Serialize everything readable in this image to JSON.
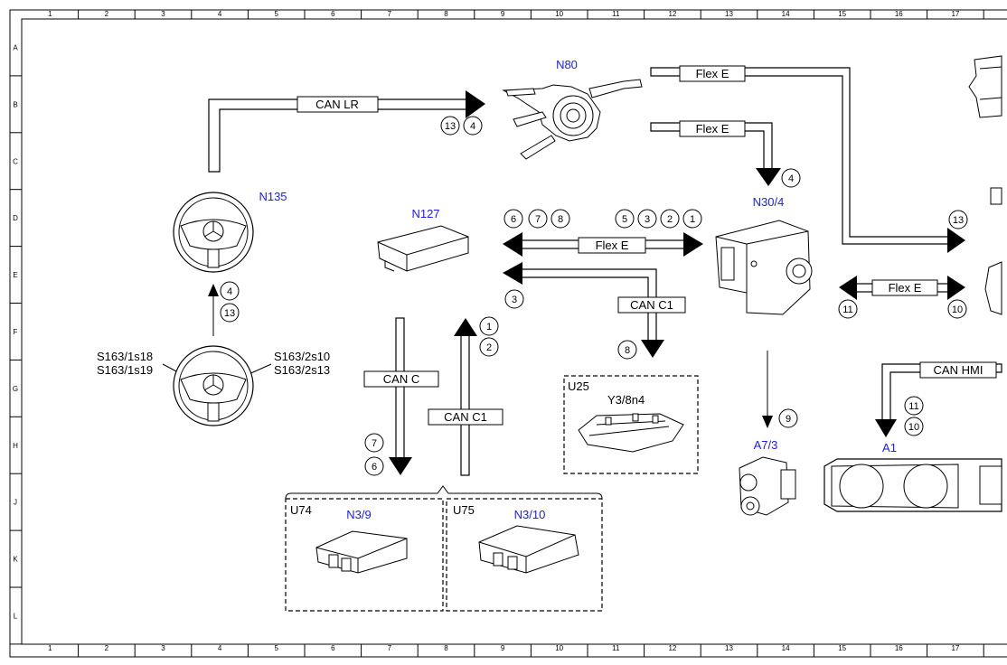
{
  "grid": {
    "columns": [
      "1",
      "2",
      "3",
      "4",
      "5",
      "6",
      "7",
      "8",
      "9",
      "10",
      "11",
      "12",
      "13",
      "14",
      "15",
      "16",
      "17"
    ],
    "rows": [
      "A",
      "B",
      "C",
      "D",
      "E",
      "F",
      "G",
      "H",
      "J",
      "K",
      "L"
    ]
  },
  "components": {
    "n80": "N80",
    "n135": "N135",
    "n127": "N127",
    "n30_4": "N30/4",
    "a7_3": "A7/3",
    "a1": "A1",
    "u25": "U25",
    "y3_8n4": "Y3/8n4",
    "u74": "U74",
    "n3_9": "N3/9",
    "u75": "U75",
    "n3_10": "N3/10",
    "s163_1s18": "S163/1s18",
    "s163_1s19": "S163/1s19",
    "s163_2s10": "S163/2s10",
    "s163_2s13": "S163/2s13"
  },
  "buses": {
    "can_lr": "CAN LR",
    "flex_e_top": "Flex E",
    "flex_e_n30": "Flex E",
    "flex_e_mid": "Flex E",
    "flex_e_right": "Flex E",
    "can_c1_right": "CAN C1",
    "can_c": "CAN C",
    "can_c1_vert": "CAN C1",
    "can_hmi": "CAN HMI"
  },
  "markers": {
    "lr_13": "13",
    "lr_4": "4",
    "n30_4": "4",
    "fe_6": "6",
    "fe_7": "7",
    "fe_8": "8",
    "fe_5": "5",
    "fe_3": "3",
    "fe_2": "2",
    "fe_1": "1",
    "cc1_3": "3",
    "fe_top_13": "13",
    "wheel_4": "4",
    "wheel_13": "13",
    "canc1_1": "1",
    "canc1_2": "2",
    "u25_8": "8",
    "fer_11": "11",
    "fer_10": "10",
    "a7_9": "9",
    "canc_7": "7",
    "canc_6": "6",
    "hmi_11": "11",
    "hmi_10": "10"
  }
}
